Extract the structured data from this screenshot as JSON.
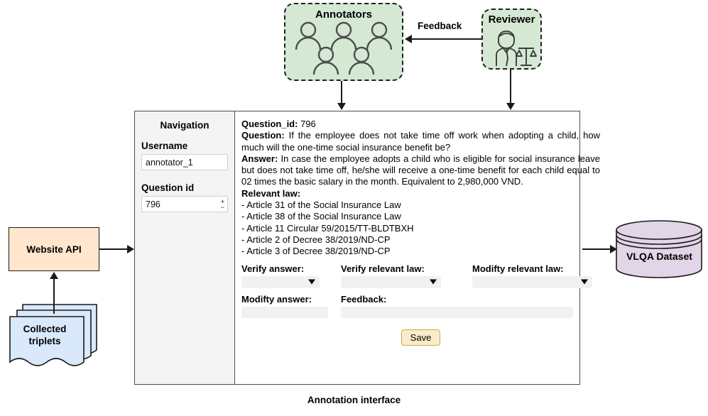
{
  "diagram": {
    "annotators": {
      "title": "Annotators",
      "person_count": 5,
      "icon": "person-icon",
      "fill": "#d5e8d4"
    },
    "reviewer": {
      "title": "Reviewer",
      "icon": "judge-scales-icon",
      "fill": "#d5e8d4"
    },
    "feedback_edge": {
      "label": "Feedback",
      "direction": "reviewer-to-annotators"
    },
    "website_api": {
      "label": "Website API",
      "fill": "#ffe6cc"
    },
    "collected_triplets": {
      "label_line1": "Collected",
      "label_line2": "triplets",
      "fill": "#dae8fc",
      "stack_count": 3
    },
    "dataset": {
      "label": "VLQA Dataset",
      "fill": "#e1d5e7"
    },
    "caption": "Annotation interface"
  },
  "interface": {
    "sidebar": {
      "title": "Navigation",
      "username_label": "Username",
      "username_value": "annotator_1",
      "question_id_label": "Question id",
      "question_id_value": "796",
      "spinner_up": "+",
      "spinner_down": "−"
    },
    "record": {
      "question_id_label": "Question_id:",
      "question_id_value": "796",
      "question_label": "Question:",
      "question_value": "If the employee does not take time off work when adopting a child, how much will the one-time social insurance benefit be?",
      "answer_label": "Answer:",
      "answer_value": "In case the employee adopts a child who is eligible for social insurance leave but does not take time off, he/she will receive a one-time benefit for each child equal to 02 times the basic salary in the month. Equivalent to 2,980,000 VND.",
      "relevant_law_label": "Relevant law:",
      "relevant_law_items": [
        "- Article 31 of the Social Insurance Law",
        "- Article 38 of the Social Insurance Law",
        "- Article 11 Circular 59/2015/TT-BLDTBXH",
        "- Article 2 of Decree 38/2019/ND-CP",
        "- Article 3 of Decree 38/2019/ND-CP"
      ]
    },
    "form": {
      "verify_answer_label": "Verify answer:",
      "verify_answer_value": "",
      "verify_relevant_law_label": "Verify relevant law:",
      "verify_relevant_law_value": "",
      "modify_relevant_law_label": "Modifty relevant law:",
      "modify_relevant_law_value": "",
      "modify_answer_label": "Modifty answer:",
      "modify_answer_value": "",
      "feedback_label": "Feedback:",
      "feedback_value": "",
      "save_label": "Save"
    }
  }
}
